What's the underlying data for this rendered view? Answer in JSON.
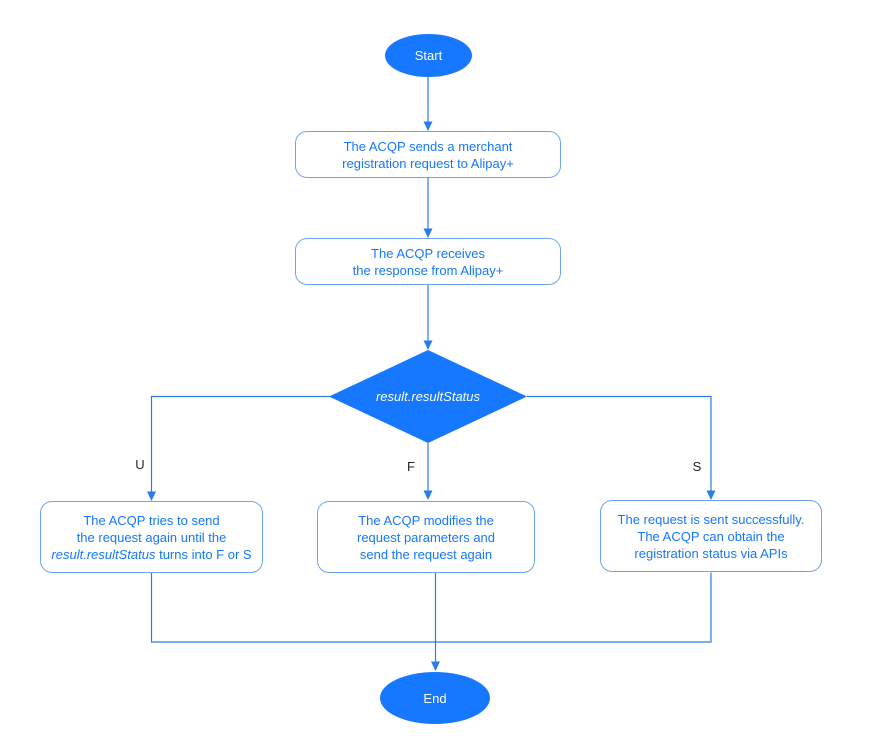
{
  "colors": {
    "node-fill": "#1677FF",
    "node-border": "#6FA4F2",
    "node-text": "#1677FF",
    "edge": "#2B7CEB",
    "label-text": "#262626",
    "bg": "#FFFFFF",
    "shape-label": "#FFFFFF"
  },
  "nodes": {
    "start": {
      "label": "Start"
    },
    "send_request": {
      "line1": "The ACQP sends a merchant",
      "line2": "registration request to Alipay+"
    },
    "receive_response": {
      "line1": "The ACQP receives",
      "line2": "the response from Alipay+"
    },
    "decision": {
      "label": "result.resultStatus"
    },
    "retry": {
      "line1": "The ACQP tries to send",
      "line2": "the request again until the",
      "line3_italic": "result.resultStatus",
      "line3_rest": " turns into F or S"
    },
    "modify": {
      "line1": "The ACQP modifies the",
      "line2": "request parameters and",
      "line3": "send the request again"
    },
    "success": {
      "line1": "The request is sent successfully.",
      "line2": "The ACQP can obtain the",
      "line3": "registration status via APIs"
    },
    "end": {
      "label": "End"
    }
  },
  "edge_labels": {
    "u": "U",
    "f": "F",
    "s": "S"
  }
}
